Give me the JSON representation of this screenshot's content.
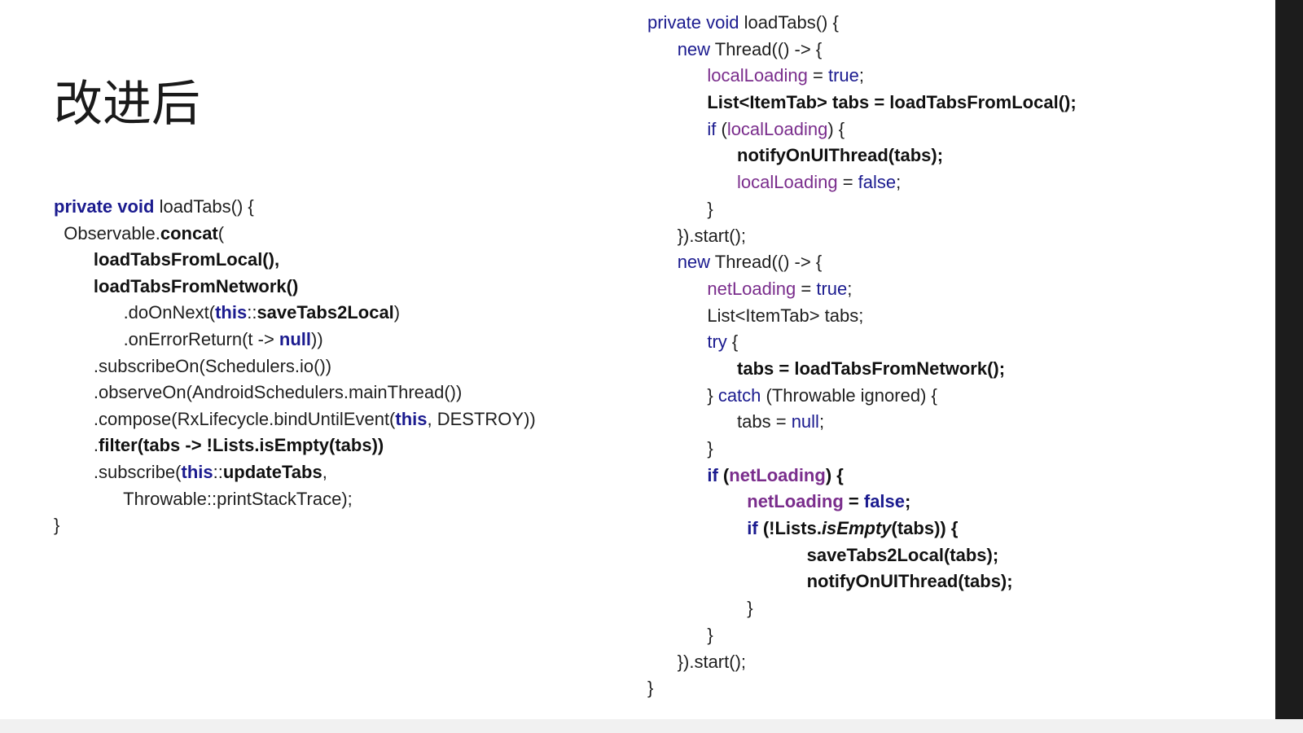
{
  "slide": {
    "title": "改进后",
    "left_code": [
      [
        {
          "t": "private void",
          "s": "kwb"
        },
        {
          "t": " loadTabs() {"
        }
      ],
      [
        {
          "t": "  Observable."
        },
        {
          "t": "concat",
          "s": "b"
        },
        {
          "t": "("
        }
      ],
      [
        {
          "t": "        "
        },
        {
          "t": "loadTabsFromLocal(),",
          "s": "b"
        }
      ],
      [
        {
          "t": "        "
        },
        {
          "t": "loadTabsFromNetwork()",
          "s": "b"
        }
      ],
      [
        {
          "t": "              .doOnNext("
        },
        {
          "t": "this",
          "s": "kwb"
        },
        {
          "t": "::"
        },
        {
          "t": "saveTabs2Local",
          "s": "b"
        },
        {
          "t": ")"
        }
      ],
      [
        {
          "t": "              .onErrorReturn(t -> "
        },
        {
          "t": "null",
          "s": "kwb"
        },
        {
          "t": "))"
        }
      ],
      [
        {
          "t": "        .subscribeOn(Schedulers.io())"
        }
      ],
      [
        {
          "t": "        .observeOn(AndroidSchedulers.mainThread())"
        }
      ],
      [
        {
          "t": "        .compose(RxLifecycle.bindUntilEvent("
        },
        {
          "t": "this",
          "s": "kwb"
        },
        {
          "t": ", DESTROY))"
        }
      ],
      [
        {
          "t": "        ."
        },
        {
          "t": "filter(tabs -> !Lists.isEmpty(tabs))",
          "s": "b"
        }
      ],
      [
        {
          "t": "        .subscribe("
        },
        {
          "t": "this",
          "s": "kwb"
        },
        {
          "t": "::"
        },
        {
          "t": "updateTabs",
          "s": "b"
        },
        {
          "t": ","
        }
      ],
      [
        {
          "t": "              Throwable::printStackTrace);"
        }
      ],
      [
        {
          "t": "}"
        }
      ]
    ],
    "right_code": [
      [
        {
          "t": "private void",
          "s": "kw"
        },
        {
          "t": " loadTabs() {"
        }
      ],
      [
        {
          "t": "      "
        },
        {
          "t": "new",
          "s": "kw"
        },
        {
          "t": " Thread(() -> {"
        }
      ],
      [
        {
          "t": "            "
        },
        {
          "t": "localLoading",
          "s": "fld"
        },
        {
          "t": " = "
        },
        {
          "t": "true",
          "s": "kw"
        },
        {
          "t": ";"
        }
      ],
      [
        {
          "t": "            "
        },
        {
          "t": "List<ItemTab> tabs = loadTabsFromLocal();",
          "s": "b"
        }
      ],
      [
        {
          "t": "            "
        },
        {
          "t": "if",
          "s": "kw"
        },
        {
          "t": " ("
        },
        {
          "t": "localLoading",
          "s": "fld"
        },
        {
          "t": ") {"
        }
      ],
      [
        {
          "t": "                  "
        },
        {
          "t": "notifyOnUIThread(tabs);",
          "s": "b"
        }
      ],
      [
        {
          "t": "                  "
        },
        {
          "t": "localLoading",
          "s": "fld"
        },
        {
          "t": " = "
        },
        {
          "t": "false",
          "s": "kw"
        },
        {
          "t": ";"
        }
      ],
      [
        {
          "t": "            }"
        }
      ],
      [
        {
          "t": "      }).start();"
        }
      ],
      [
        {
          "t": "      "
        },
        {
          "t": "new",
          "s": "kw"
        },
        {
          "t": " Thread(() -> {"
        }
      ],
      [
        {
          "t": "            "
        },
        {
          "t": "netLoading",
          "s": "fld"
        },
        {
          "t": " = "
        },
        {
          "t": "true",
          "s": "kw"
        },
        {
          "t": ";"
        }
      ],
      [
        {
          "t": "            List<ItemTab> tabs;"
        }
      ],
      [
        {
          "t": "            "
        },
        {
          "t": "try",
          "s": "kw"
        },
        {
          "t": " {"
        }
      ],
      [
        {
          "t": "                  "
        },
        {
          "t": "tabs = loadTabsFromNetwork();",
          "s": "b"
        }
      ],
      [
        {
          "t": "            } "
        },
        {
          "t": "catch",
          "s": "kw"
        },
        {
          "t": " (Throwable ignored) {"
        }
      ],
      [
        {
          "t": "                  tabs = "
        },
        {
          "t": "null",
          "s": "kw"
        },
        {
          "t": ";"
        }
      ],
      [
        {
          "t": "            }"
        }
      ],
      [
        {
          "t": "            "
        },
        {
          "t": "if",
          "s": "kwb"
        },
        {
          "t": " (",
          "s": "b"
        },
        {
          "t": "netLoading",
          "s": "fldb"
        },
        {
          "t": ") {",
          "s": "b"
        }
      ],
      [
        {
          "t": "                    "
        },
        {
          "t": "netLoading",
          "s": "fldb"
        },
        {
          "t": " = ",
          "s": "b"
        },
        {
          "t": "false",
          "s": "kwb"
        },
        {
          "t": ";",
          "s": "b"
        }
      ],
      [
        {
          "t": "                    "
        },
        {
          "t": "if",
          "s": "kwb"
        },
        {
          "t": " (!Lists.",
          "s": "b"
        },
        {
          "t": "isEmpty",
          "s": "bi"
        },
        {
          "t": "(tabs)) {",
          "s": "b"
        }
      ],
      [
        {
          "t": "                                "
        },
        {
          "t": "saveTabs2Local(tabs);",
          "s": "b"
        }
      ],
      [
        {
          "t": "                                "
        },
        {
          "t": "notifyOnUIThread(tabs);",
          "s": "b"
        }
      ],
      [
        {
          "t": "                    }"
        }
      ],
      [
        {
          "t": "            }"
        }
      ],
      [
        {
          "t": "      }).start();"
        }
      ],
      [
        {
          "t": "}"
        }
      ]
    ]
  }
}
